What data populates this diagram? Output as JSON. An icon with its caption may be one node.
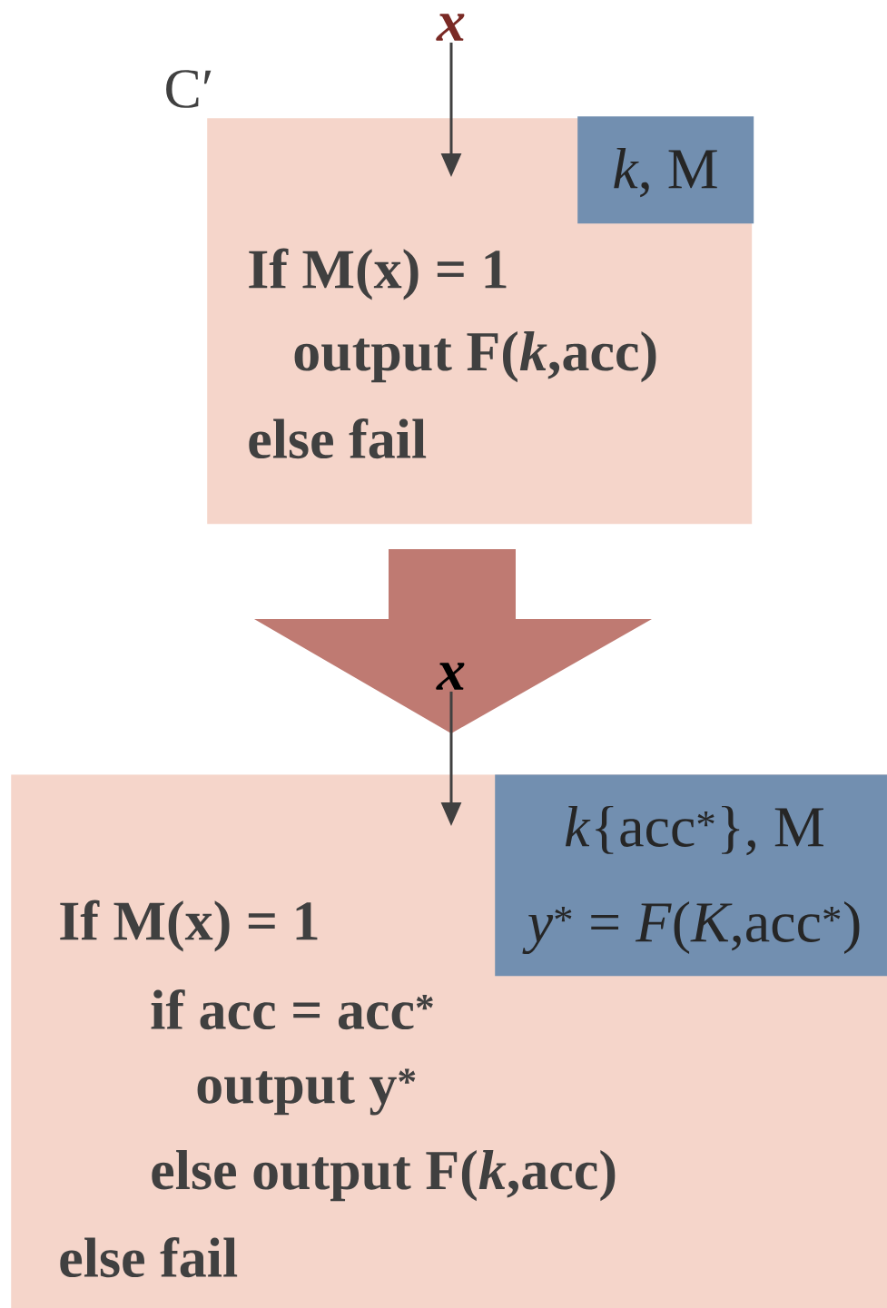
{
  "diagram": {
    "nodes": [
      {
        "text": [
          "If M(x) = 1",
          "output F(*k*,acc)",
          "else fail"
        ],
        "beside": [
          "C′"
        ]
      },
      {
        "text": [
          "*k*, M"
        ],
        "in": 0
      },
      {
        "text": [
          "x"
        ]
      },
      {
        "text": [
          "x"
        ]
      },
      {
        "text": [
          "If M(x) = 1",
          "if acc = acc$^{*}$",
          "output y$^{*}$",
          "else output F(*k*,acc)",
          "else fail"
        ]
      },
      {
        "text": [
          "*k*{acc$^{*}$}, M",
          "*y*$^{*}$ = *F*(*K*,acc$^{*}$)"
        ],
        "in": 4
      }
    ],
    "edges": [
      {
        "from": 2,
        "to": 0,
        "arrow": "to"
      },
      {
        "from": 3,
        "to": 4,
        "arrow": "to"
      }
    ]
  }
}
